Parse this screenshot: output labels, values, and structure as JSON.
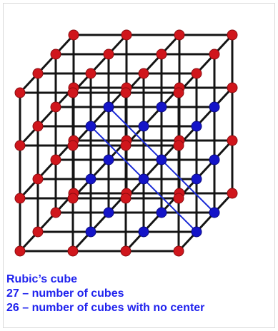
{
  "caption": {
    "line1": "Rubic’s cube",
    "line2": "27 – number of cubes",
    "line3": "26 – number of cubes with no center"
  },
  "colors": {
    "background": "#ffffff",
    "edge": "#141414",
    "diagonal": "#1b2bd6",
    "outer_node": "#d0161c",
    "inner_node": "#1414c8",
    "caption": "#1f22ee"
  },
  "lattice": {
    "points_per_axis": 4,
    "cells_per_axis": 3,
    "outer_node_color": "red",
    "inner_node_color": "blue",
    "highlighted_diagonals": 2
  }
}
